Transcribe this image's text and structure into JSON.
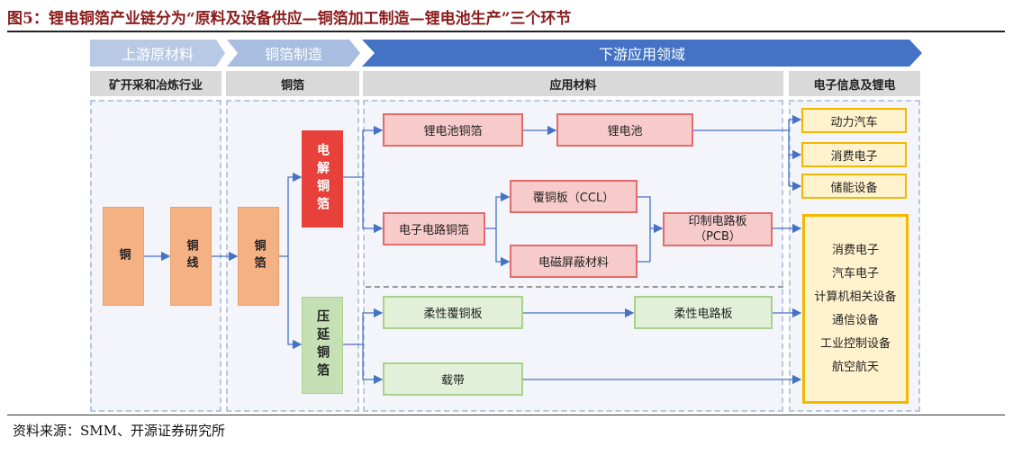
{
  "title": "图5：锂电铜箔产业链分为“原料及设备供应—铜箔加工制造—锂电池生产”三个环节",
  "source": "资料来源：SMM、开源证券研究所",
  "stages": {
    "upstream": "上游原材料",
    "midstream": "铜箔制造",
    "downstream": "下游应用领域"
  },
  "columns": {
    "mining": "矿开采和冶炼行业",
    "foil": "铜箔",
    "materials": "应用材料",
    "end": "电子信息及锂电"
  },
  "nodes": {
    "copper": "铜",
    "wire": "铜线",
    "foil": "铜箔",
    "electrolytic": "电解铜箔",
    "rolled": "压延铜箔",
    "li_foil": "锂电池铜箔",
    "li_battery": "锂电池",
    "circuit_foil": "电子电路铜箔",
    "ccl": "覆铜板（CCL）",
    "emi": "电磁屏蔽材料",
    "pcb": "印制电路板（PCB）",
    "fccl": "柔性覆铜板",
    "fpc": "柔性电路板",
    "carrier": "载带"
  },
  "end_uses_top": [
    "动力汽车",
    "消费电子",
    "储能设备"
  ],
  "end_uses_bottom": [
    "消费电子",
    "汽车电子",
    "计算机相关设备",
    "通信设备",
    "工业控制设备",
    "航空航天"
  ],
  "colors": {
    "title": "#8b1c1c",
    "arrow": "#4472c4",
    "stage_dark": "#4472c4",
    "stage_light": "#b8c9e6",
    "orange": "#f4b183",
    "red": "#e8403a",
    "green": "#c5e0b4",
    "yellow": "#f2b800"
  }
}
